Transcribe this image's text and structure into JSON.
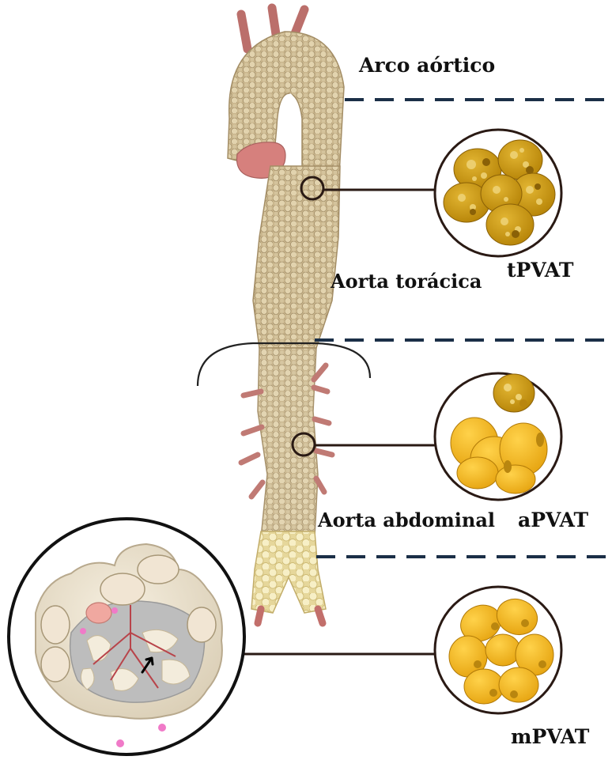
{
  "labels": {
    "arch": "Arco aórtico",
    "thoracic": "Aorta torácica",
    "abdominal": "Aorta abdominal",
    "tpvat": "tPVAT",
    "apvat": "aPVAT",
    "mpvat": "mPVAT"
  },
  "colors": {
    "fat_cell_tan": "#dccba5",
    "fat_cell_pale": "#f1e7b8",
    "brown_adipocyte": "#cc9b12",
    "beige_adipocyte": "#f0b41c",
    "white_adipocyte": "#f3b51f",
    "vessel_pink": "#cf7f7b",
    "dashed_divider": "#1b2f47",
    "connector_line": "#2a1a14"
  },
  "regions": [
    {
      "name": "Arco aórtico",
      "tissue": "tPVAT",
      "adipocyte_type": "brown-like"
    },
    {
      "name": "Aorta torácica",
      "tissue": "tPVAT",
      "adipocyte_type": "brown-like"
    },
    {
      "name": "Aorta abdominal",
      "tissue": "aPVAT",
      "adipocyte_type": "beige (brown + white)"
    },
    {
      "name": "mesentery",
      "tissue": "mPVAT",
      "adipocyte_type": "white-like"
    }
  ]
}
